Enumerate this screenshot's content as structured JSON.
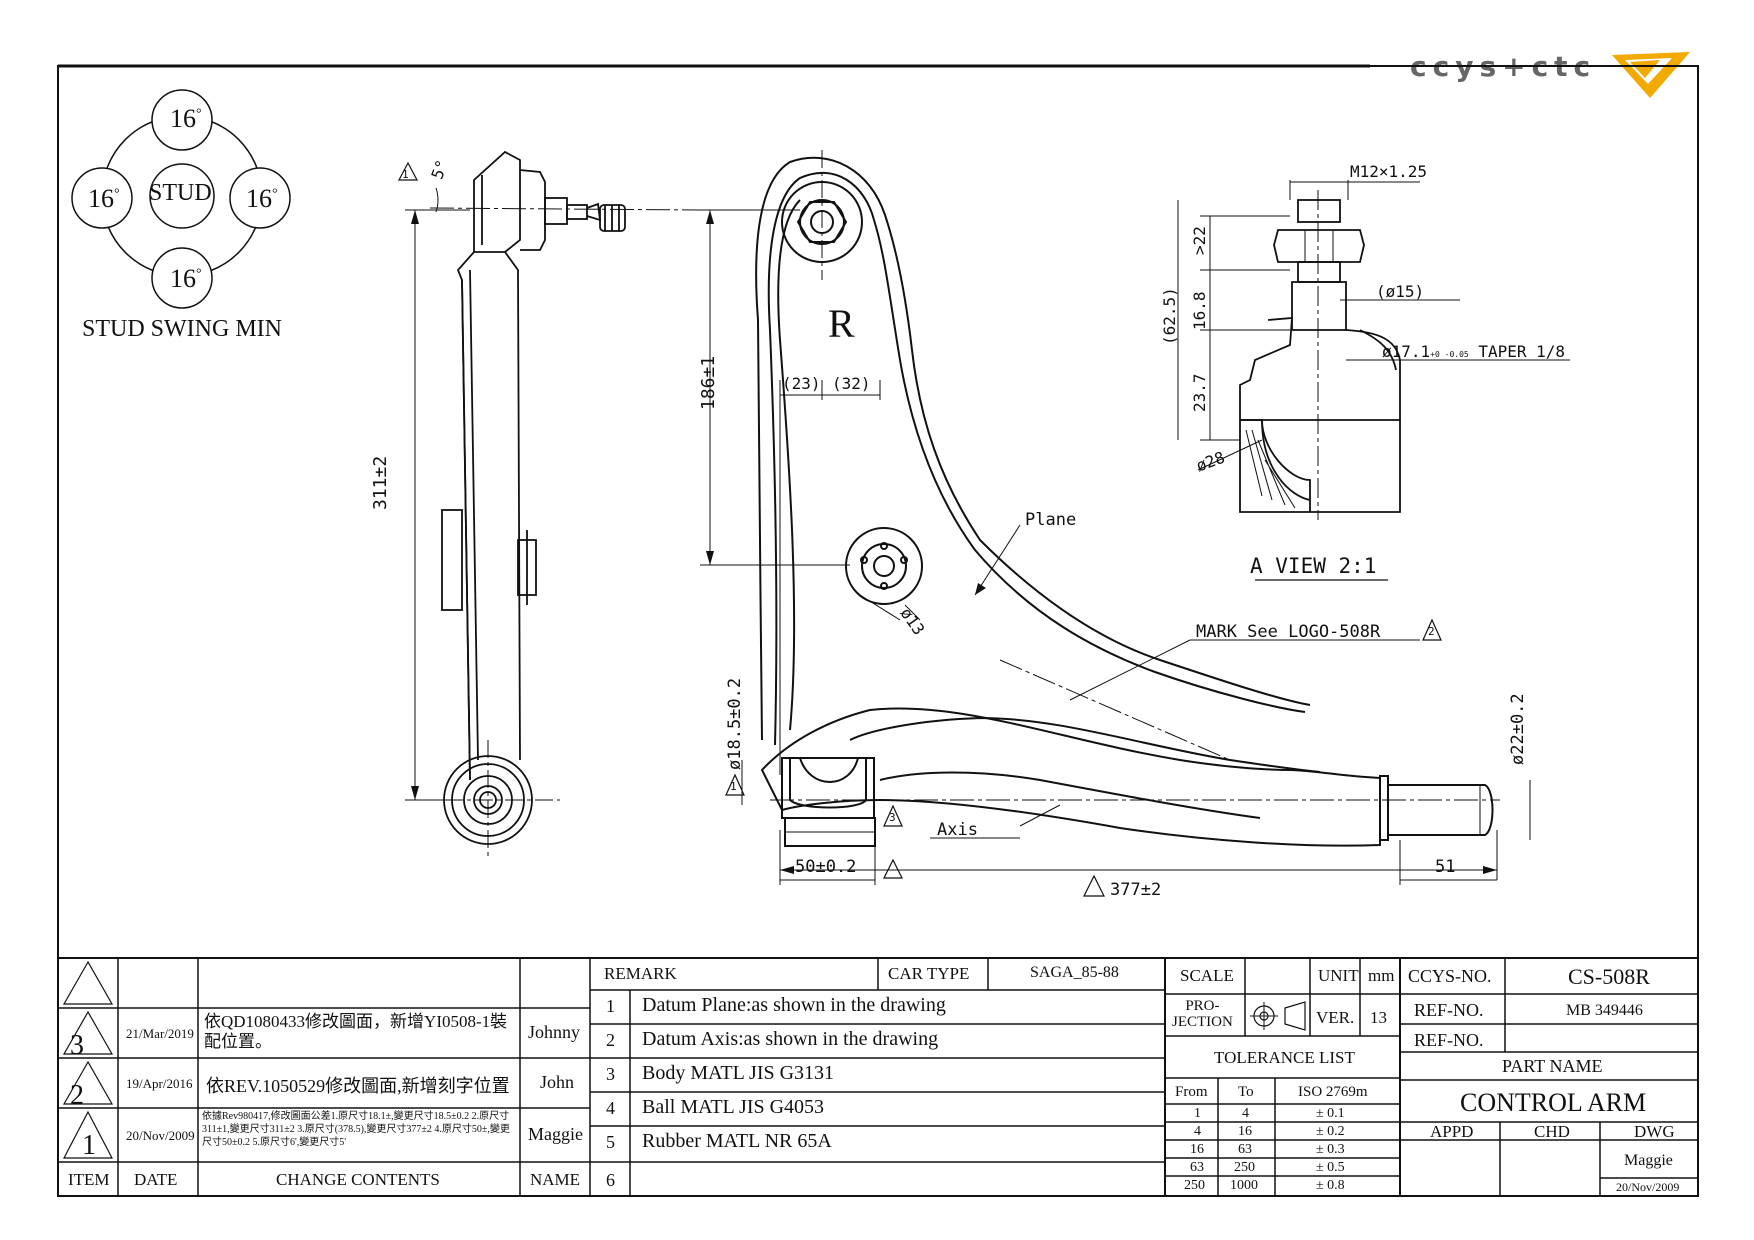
{
  "logo": {
    "text": "ccys+ctc",
    "accent_color": "#f2a900"
  },
  "stud_swing": {
    "center_label": "STUD",
    "top": "16",
    "left": "16",
    "right": "16",
    "bottom": "16",
    "degree_mark": "°",
    "caption": "STUD SWING MIN"
  },
  "side_view": {
    "angle_label": "5°",
    "length_label": "311±2",
    "triangle_mark": "1"
  },
  "main_view": {
    "letter": "R",
    "dim_186": "186±1",
    "dim_23": "(23)",
    "dim_32": "(32)",
    "dim_phi13": "ø13",
    "plane_label": "Plane",
    "mark_label": "MARK  See  LOGO-508R",
    "mark_tri": "2",
    "dim_phi18": "ø18.5±0.2",
    "axis_label": "Axis",
    "dim_50": "50±0.2",
    "dim_377": "377±2",
    "dim_51": "51",
    "dim_phi22": "ø22±0.2",
    "tri_3": "3",
    "tri_1": "1"
  },
  "a_view": {
    "thread": "M12×1.25",
    "dim_22": ">22",
    "dim_62": "(62.5)",
    "dim_16_8": "16.8",
    "dim_23_7": "23.7",
    "dim_phi15": "(ø15)",
    "taper": "ø17.1",
    "taper_tol": "+0 -0.05",
    "taper_suffix": "TAPER 1/8",
    "dim_phi28": "ø28",
    "title": "A  VIEW  2:1"
  },
  "revisions": {
    "header": {
      "item": "ITEM",
      "date": "DATE",
      "contents": "CHANGE CONTENTS",
      "name": "NAME"
    },
    "rows": [
      {
        "item": "3",
        "date": "21/Mar/2019",
        "contents": "依QD1080433修改圖面，新增YI0508-1裝配位置。",
        "name": "Johnny"
      },
      {
        "item": "2",
        "date": "19/Apr/2016",
        "contents": "依REV.1050529修改圖面,新增刻字位置",
        "name": "John"
      },
      {
        "item": "1",
        "date": "20/Nov/2009",
        "contents": "依據Rev980417,修改圖面公差1.原尺寸18.1±,變更尺寸18.5±0.2 2.原尺寸311±1,變更尺寸311±2 3.原尺寸(378.5),變更尺寸377±2 4.原尺寸50±,變更尺寸50±0.2 5.原尺寸6',變更尺寸5'",
        "name": "Maggie"
      }
    ]
  },
  "remark": {
    "title": "REMARK",
    "car_type_label": "CAR TYPE",
    "car_type": "SAGA_85-88",
    "items": [
      {
        "no": "1",
        "text": "Datum Plane:as shown in the drawing"
      },
      {
        "no": "2",
        "text": "Datum Axis:as shown in the drawing"
      },
      {
        "no": "3",
        "text": "Body MATL JIS G3131"
      },
      {
        "no": "4",
        "text": "Ball MATL JIS G4053"
      },
      {
        "no": "5",
        "text": "Rubber MATL NR 65A"
      },
      {
        "no": "6",
        "text": ""
      }
    ]
  },
  "specs": {
    "scale_label": "SCALE",
    "unit_label": "UNIT",
    "unit": "mm",
    "projection_label": "PRO-\nJECTION",
    "ver_label": "VER.",
    "ver": "13",
    "tolerance_title": "TOLERANCE LIST",
    "tol_head": {
      "from": "From",
      "to": "To",
      "std": "ISO 2769m"
    },
    "tolerances": [
      {
        "from": "1",
        "to": "4",
        "tol": "± 0.1"
      },
      {
        "from": "4",
        "to": "16",
        "tol": "± 0.2"
      },
      {
        "from": "16",
        "to": "63",
        "tol": "± 0.3"
      },
      {
        "from": "63",
        "to": "250",
        "tol": "± 0.5"
      },
      {
        "from": "250",
        "to": "1000",
        "tol": "± 0.8"
      }
    ]
  },
  "title_block": {
    "ccys_label": "CCYS-NO.",
    "ccys_no": "CS-508R",
    "ref_label": "REF-NO.",
    "ref_no": "MB 349446",
    "ref_label2": "REF-NO.",
    "ref_no2": "",
    "part_name_label": "PART NAME",
    "part_name": "CONTROL ARM",
    "appd": "APPD",
    "chd": "CHD",
    "dwg": "DWG",
    "drawer": "Maggie",
    "draw_date": "20/Nov/2009"
  }
}
